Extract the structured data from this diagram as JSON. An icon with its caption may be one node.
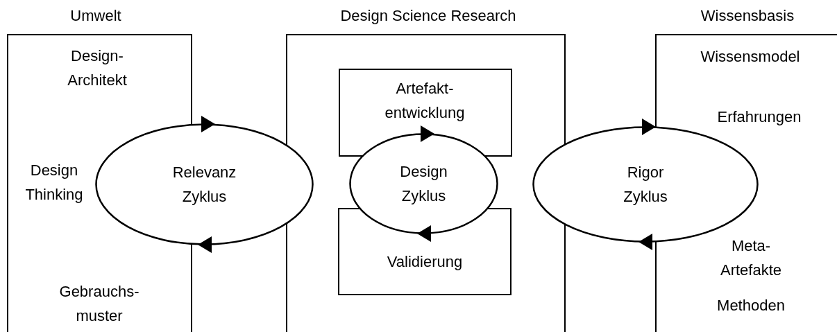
{
  "diagram": {
    "nodes": [
      {
        "text": [
          "Umwelt",
          "Design-Architekt",
          "Design Thinking",
          "Gebrauchs-muster"
        ]
      },
      {
        "text": [
          "Design Science Research"
        ]
      },
      {
        "text": [
          "Artefakt-entwicklung"
        ],
        "in": 1
      },
      {
        "text": [
          "Validierung"
        ],
        "in": 1
      },
      {
        "text": [
          "Design Zyklus"
        ],
        "in": 1
      },
      {
        "text": [
          "Relevanz Zyklus"
        ]
      },
      {
        "text": [
          "Wissensbasis",
          "Wissensmodel",
          "Erfahrungen",
          "Meta-Artefakte",
          "Methoden"
        ]
      },
      {
        "text": [
          "Rigor Zyklus"
        ]
      }
    ],
    "edges": []
  }
}
